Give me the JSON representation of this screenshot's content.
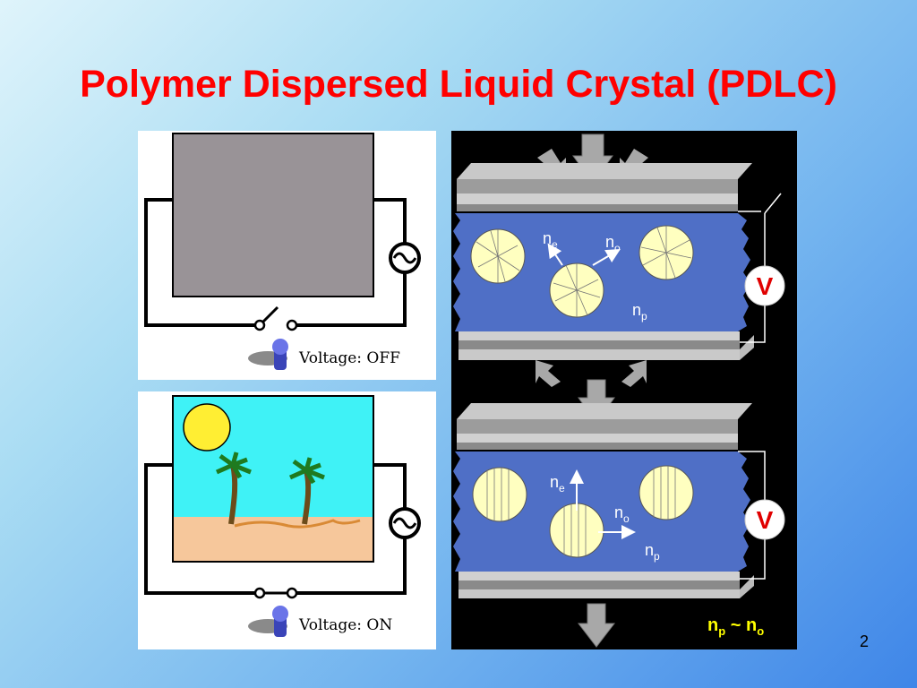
{
  "slide": {
    "title": "Polymer Dispersed Liquid Crystal (PDLC)",
    "number": "2"
  },
  "off_panel": {
    "voltage_label": "Voltage: OFF"
  },
  "on_panel": {
    "voltage_label": "Voltage: ON"
  },
  "diagram": {
    "top": {
      "ne_label": "n",
      "ne_sub": "e",
      "no_label": "n",
      "no_sub": "o",
      "np_label": "n",
      "np_sub": "p",
      "voltmeter": "V"
    },
    "bottom": {
      "ne_label": "n",
      "ne_sub": "e",
      "no_label": "n",
      "no_sub": "o",
      "np_label": "n",
      "np_sub": "p",
      "voltmeter": "V"
    },
    "equation": {
      "left": "n",
      "left_sub": "p",
      "tilde": " ~ ",
      "right": "n",
      "right_sub": "o"
    }
  },
  "colors": {
    "title": "#ff0000",
    "cell_blue": "#4f6fc6",
    "droplet": "#ffffc0",
    "glass_gray": "#9c9c9c",
    "equation": "#ffff00"
  }
}
